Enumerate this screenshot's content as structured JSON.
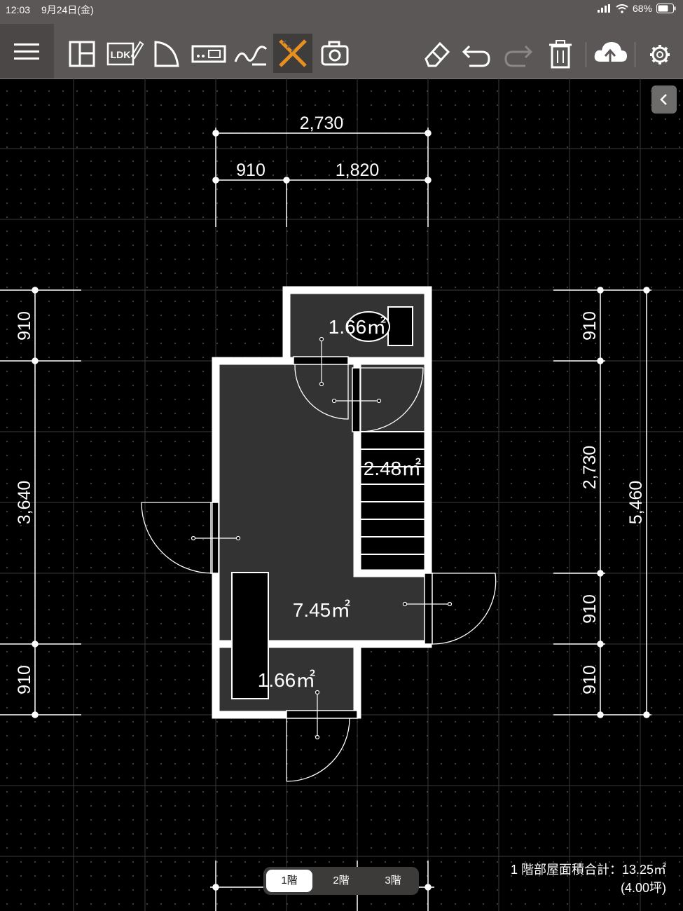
{
  "status_bar": {
    "time": "12:03",
    "date": "9月24日(金)",
    "battery": "68%"
  },
  "toolbar": {
    "tools": [
      {
        "name": "menu-icon"
      },
      {
        "name": "room-layout-icon"
      },
      {
        "name": "ldk-icon",
        "label": "LDK"
      },
      {
        "name": "wall-shape-icon"
      },
      {
        "name": "fixtures-icon"
      },
      {
        "name": "freehand-icon"
      },
      {
        "name": "measure-icon",
        "active": true
      },
      {
        "name": "camera-icon"
      },
      {
        "name": "eraser-icon"
      },
      {
        "name": "undo-icon"
      },
      {
        "name": "redo-icon"
      },
      {
        "name": "trash-icon"
      },
      {
        "name": "cloud-upload-icon"
      },
      {
        "name": "settings-icon"
      }
    ]
  },
  "dimensions": {
    "top_total": "2,730",
    "top_left": "910",
    "top_right": "1,820",
    "left_top": "910",
    "left_middle": "3,640",
    "left_bottom": "910",
    "right_inner_1": "910",
    "right_inner_2": "2,730",
    "right_inner_3": "910",
    "right_inner_4": "910",
    "right_total": "5,460"
  },
  "rooms": {
    "toilet_top": "1.66㎡",
    "stairs": "2.48㎡",
    "main": "7.45㎡",
    "bottom": "1.66㎡"
  },
  "floors": {
    "tabs": [
      "1階",
      "2階",
      "3階"
    ],
    "selected": 0
  },
  "area_summary": {
    "line1": "1 階部屋面積合計：13.25㎡",
    "line2": "(4.00坪)"
  },
  "colors": {
    "toolbar_bg": "#5a5756",
    "accent": "#e8901e",
    "canvas_bg": "#000000",
    "room_fill": "#333333",
    "wall": "#ffffff"
  }
}
